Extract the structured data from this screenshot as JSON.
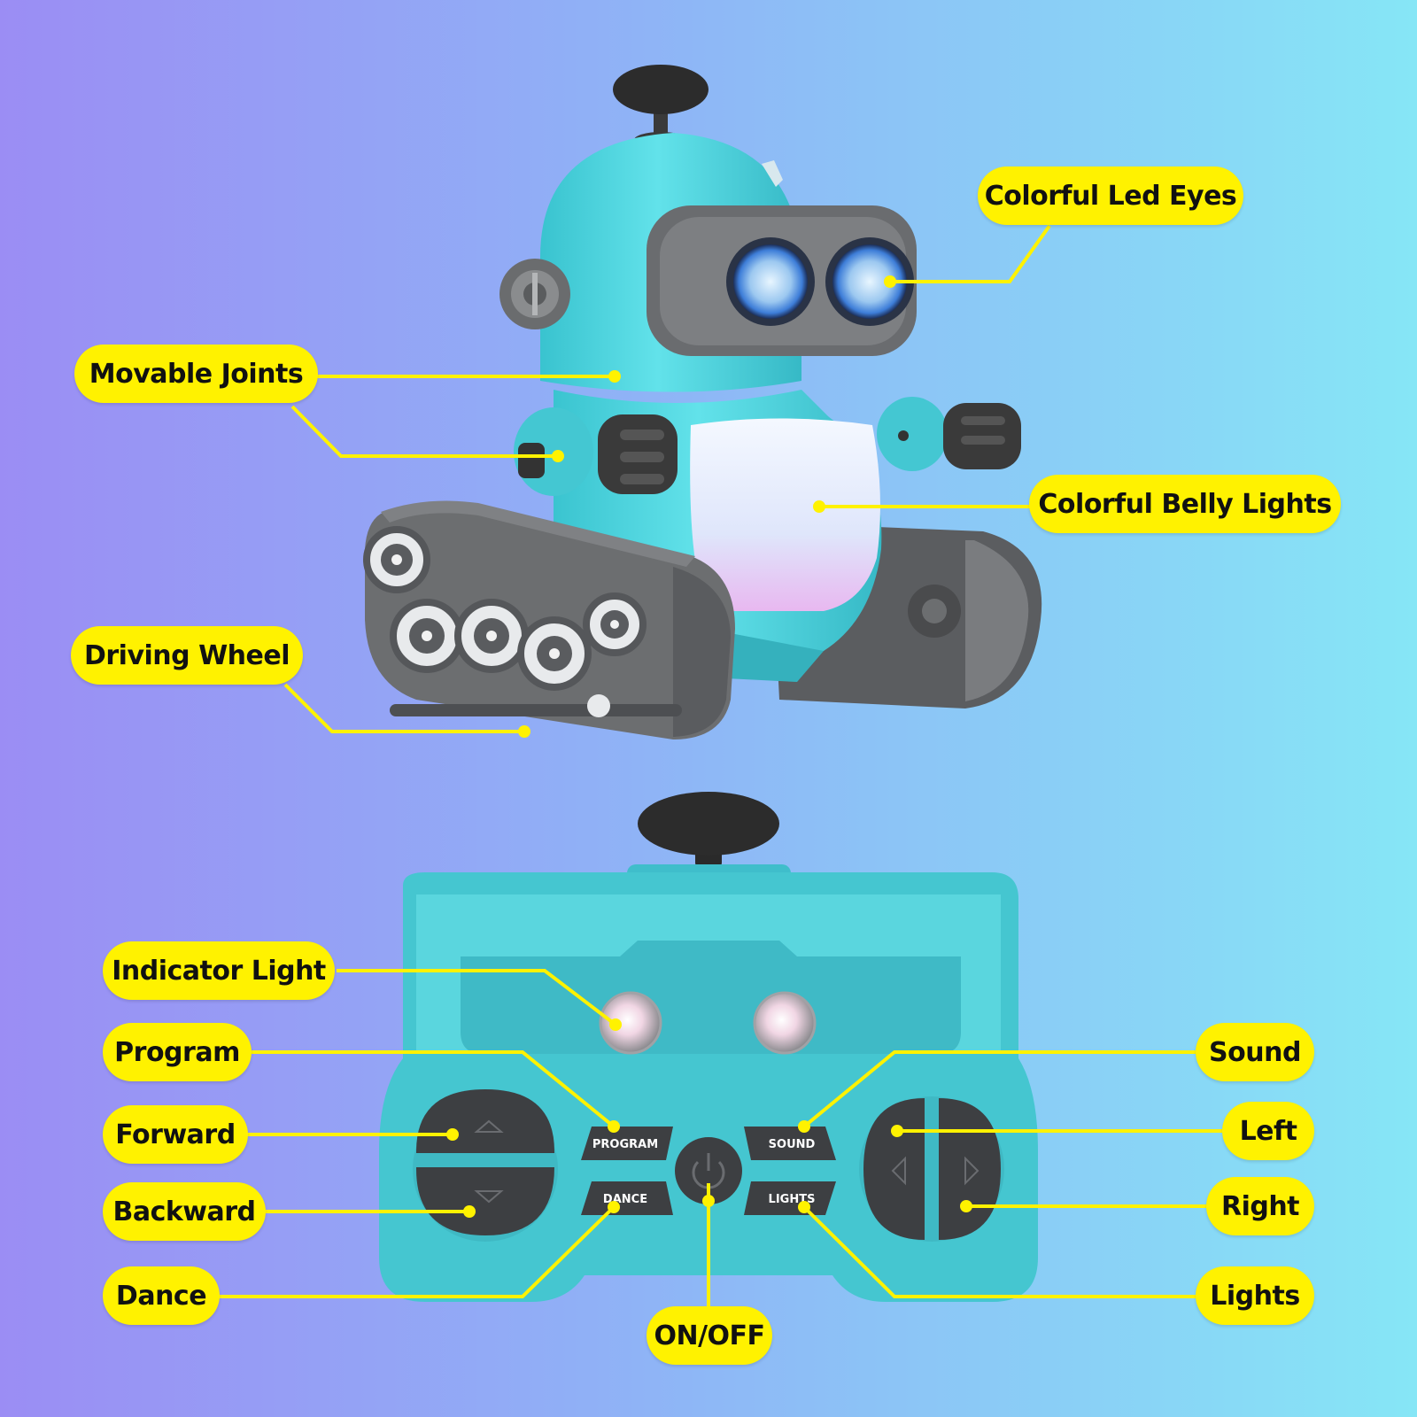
{
  "robot": {
    "callouts": {
      "led_eyes": "Colorful Led Eyes",
      "movable_joints": "Movable Joints",
      "belly_lights": "Colorful Belly Lights",
      "driving_wheel": "Driving Wheel"
    }
  },
  "remote": {
    "callouts": {
      "indicator_light": "Indicator Light",
      "program": "Program",
      "forward": "Forward",
      "backward": "Backward",
      "dance": "Dance",
      "on_off": "ON/OFF",
      "sound": "Sound",
      "left": "Left",
      "right": "Right",
      "lights": "Lights"
    },
    "buttons": {
      "program": "PROGRAM",
      "sound": "SOUND",
      "dance": "DANCE",
      "lights": "LIGHTS"
    }
  },
  "colors": {
    "callout_fill": "#fff200",
    "body_teal": "#4fd6de",
    "track_gray": "#6c6e70",
    "background_left": "#9b8df4",
    "background_right": "#86e6f6"
  }
}
